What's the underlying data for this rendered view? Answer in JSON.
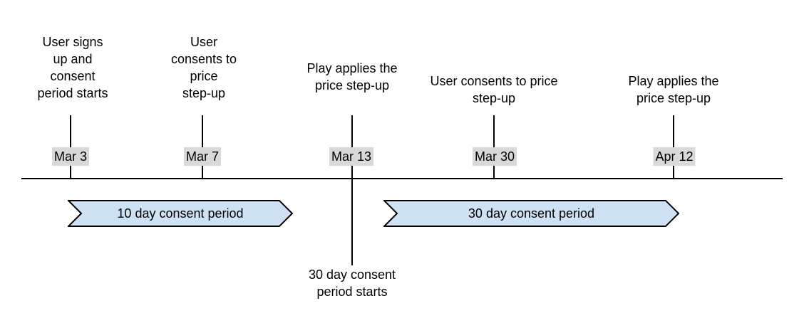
{
  "events": [
    {
      "label": "User signs\nup and\nconsent\nperiod starts",
      "date": "Mar 3"
    },
    {
      "label": "User\nconsents to\nprice\nstep-up",
      "date": "Mar 7"
    },
    {
      "label": "Play applies the\nprice step-up",
      "date": "Mar 13"
    },
    {
      "label": "User consents to price\nstep-up",
      "date": "Mar 30"
    },
    {
      "label": "Play applies the\nprice step-up",
      "date": "Apr 12"
    }
  ],
  "periods": [
    {
      "label": "10 day consent period"
    },
    {
      "label": "30 day consent period"
    }
  ],
  "annotation": {
    "label": "30 day consent\nperiod starts"
  },
  "colors": {
    "banner_fill": "#cfe2f3",
    "banner_border": "#000000",
    "date_chip_bg": "#d9d9d9",
    "line": "#000000",
    "text": "#000000"
  }
}
